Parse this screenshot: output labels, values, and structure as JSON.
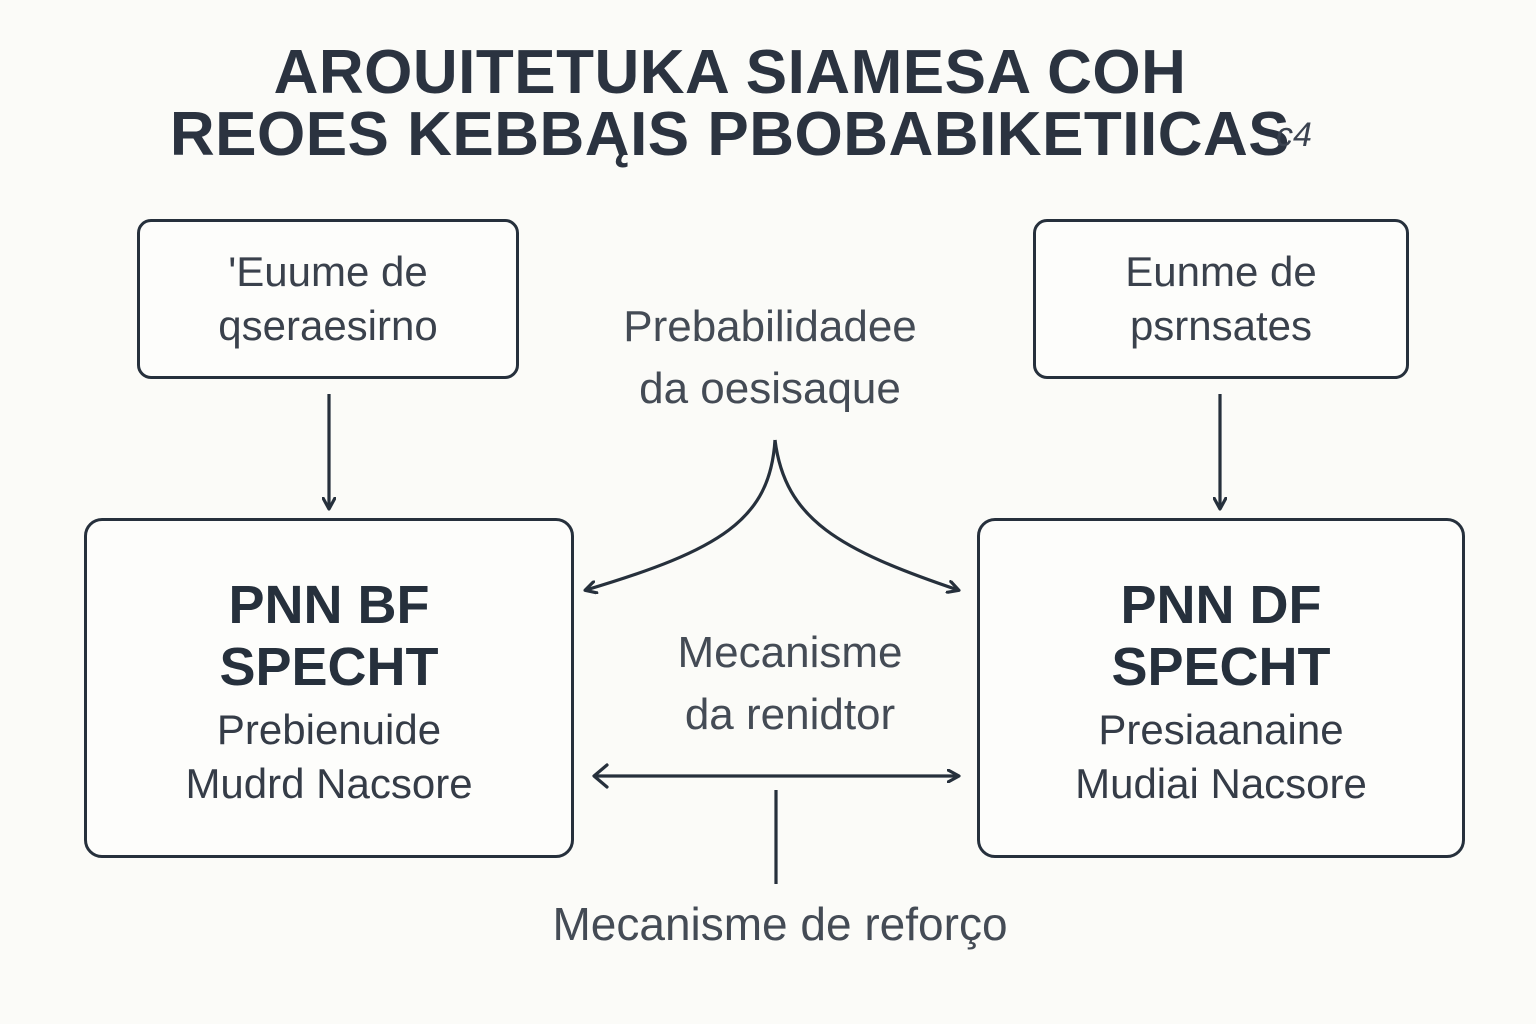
{
  "title": {
    "line1": "AROUITETUKA SIAMESA COH",
    "line2": "REOES KEBBĄIS PBOBABIKETIICAS",
    "mark": "c4"
  },
  "inputs": {
    "left": {
      "line1": "'Euume de",
      "line2": "qseraesirno"
    },
    "right": {
      "line1": "Eunme de",
      "line2": "psrnsates"
    }
  },
  "networks": {
    "left": {
      "title1": "PNN BF",
      "title2": "SPECHT",
      "sub1": "Prebienuide",
      "sub2": "Mudrd Nacsore"
    },
    "right": {
      "title1": "PNN DF",
      "title2": "SPECHT",
      "sub1": "Presiaanaine",
      "sub2": "Mudiai Nacsore"
    }
  },
  "labels": {
    "probability": {
      "line1": "Prebabilidadee",
      "line2": "da oesisaque"
    },
    "middle": {
      "line1": "Mecanisme",
      "line2": "da renidtor"
    },
    "bottom": "Mecanisme de reforço"
  },
  "colors": {
    "background": "#fbfbf8",
    "stroke": "#26303c",
    "text": "#2b3340"
  }
}
